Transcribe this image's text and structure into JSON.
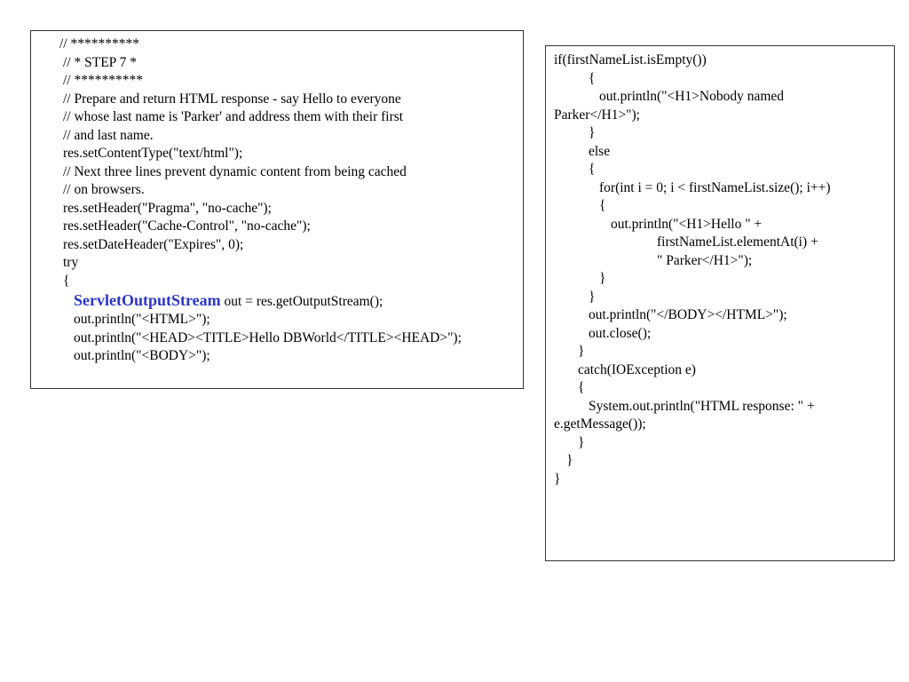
{
  "left_panel": {
    "lines": [
      "// **********",
      "// * STEP 7 *",
      "// **********",
      "// Prepare and return HTML response - say Hello to everyone",
      "// whose last name is 'Parker' and address them with their first",
      "// and last name.",
      "res.setContentType(\"text/html\");",
      "// Next three lines prevent dynamic content from being cached",
      "// on browsers.",
      "res.setHeader(\"Pragma\", \"no-cache\");",
      "res.setHeader(\"Cache-Control\", \"no-cache\");",
      "res.setDateHeader(\"Expires\", 0);",
      "try",
      "{",
      "ServletOutputStream",
      " out = res.getOutputStream();",
      "out.println(\"<HTML>\");",
      "out.println(\"<HEAD><TITLE>Hello DBWorld</TITLE><HEAD>\");",
      "out.println(\"<BODY>\");"
    ],
    "highlight_color": "#2b35c9"
  },
  "right_panel": {
    "lines": [
      "if(firstNameList.isEmpty())",
      "{",
      "out.println(\"<H1>Nobody named",
      "Parker</H1>\");",
      "}",
      "else",
      "{",
      "for(int i = 0; i < firstNameList.size(); i++)",
      "{",
      "out.println(\"<H1>Hello \" +",
      "firstNameList.elementAt(i) +",
      "\" Parker</H1>\");",
      "}",
      "}",
      "out.println(\"</BODY></HTML>\");",
      "out.close();",
      "}",
      "catch(IOException e)",
      "{",
      "System.out.println(\"HTML response: \" +",
      "e.getMessage());",
      "}",
      "}",
      "}"
    ]
  }
}
